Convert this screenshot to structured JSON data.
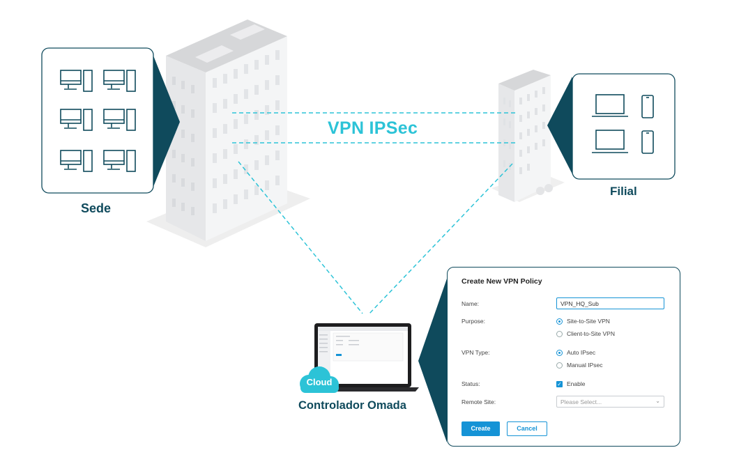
{
  "labels": {
    "vpn": "VPN IPSec",
    "headquarters": "Sede",
    "branch": "Filial",
    "controller": "Controlador Omada",
    "cloud": "Cloud"
  },
  "dialog": {
    "title": "Create New VPN Policy",
    "name_label": "Name:",
    "name_value": "VPN_HQ_Sub",
    "purpose_label": "Purpose:",
    "purpose_options": [
      "Site-to-Site VPN",
      "Client-to-Site VPN"
    ],
    "purpose_selected": "Site-to-Site VPN",
    "vpn_type_label": "VPN Type:",
    "vpn_type_options": [
      "Auto IPsec",
      "Manual IPsec"
    ],
    "vpn_type_selected": "Auto IPsec",
    "status_label": "Status:",
    "status_option": "Enable",
    "status_checked": true,
    "remote_site_label": "Remote Site:",
    "remote_site_placeholder": "Please Select...",
    "create_button": "Create",
    "cancel_button": "Cancel"
  },
  "colors": {
    "brand_dark": "#0f4a5c",
    "accent_cyan": "#2cc3d7",
    "button_blue": "#1593d6"
  },
  "icons": [
    "desktop-computer-icon",
    "laptop-icon",
    "smartphone-icon",
    "cloud-icon",
    "laptop-screen-icon"
  ]
}
